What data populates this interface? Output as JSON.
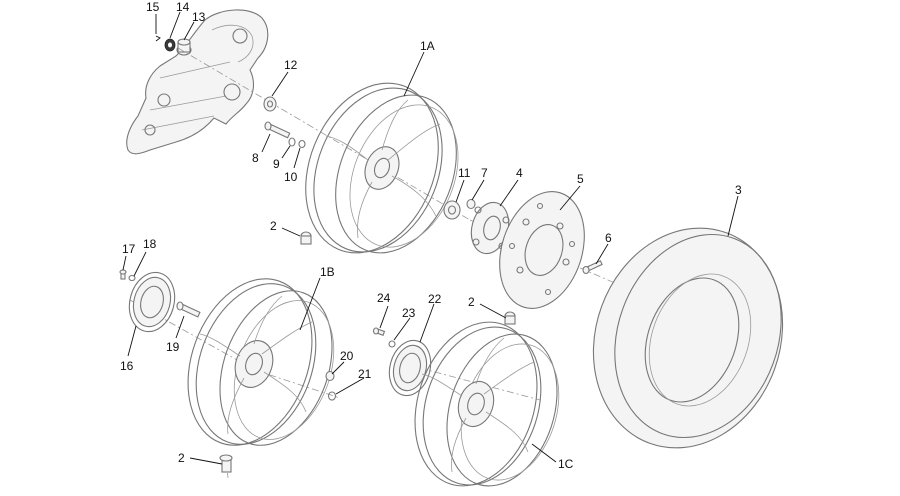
{
  "callouts": {
    "c1A": "1A",
    "c1B": "1B",
    "c1C": "1C",
    "c2a": "2",
    "c2b": "2",
    "c2c": "2",
    "c3": "3",
    "c4": "4",
    "c5": "5",
    "c6": "6",
    "c7": "7",
    "c8": "8",
    "c9": "9",
    "c10": "10",
    "c11": "11",
    "c12": "12",
    "c13": "13",
    "c14": "14",
    "c15": "15",
    "c16": "16",
    "c17": "17",
    "c18": "18",
    "c19": "19",
    "c20": "20",
    "c21": "21",
    "c22": "22",
    "c23": "23",
    "c24": "24"
  }
}
